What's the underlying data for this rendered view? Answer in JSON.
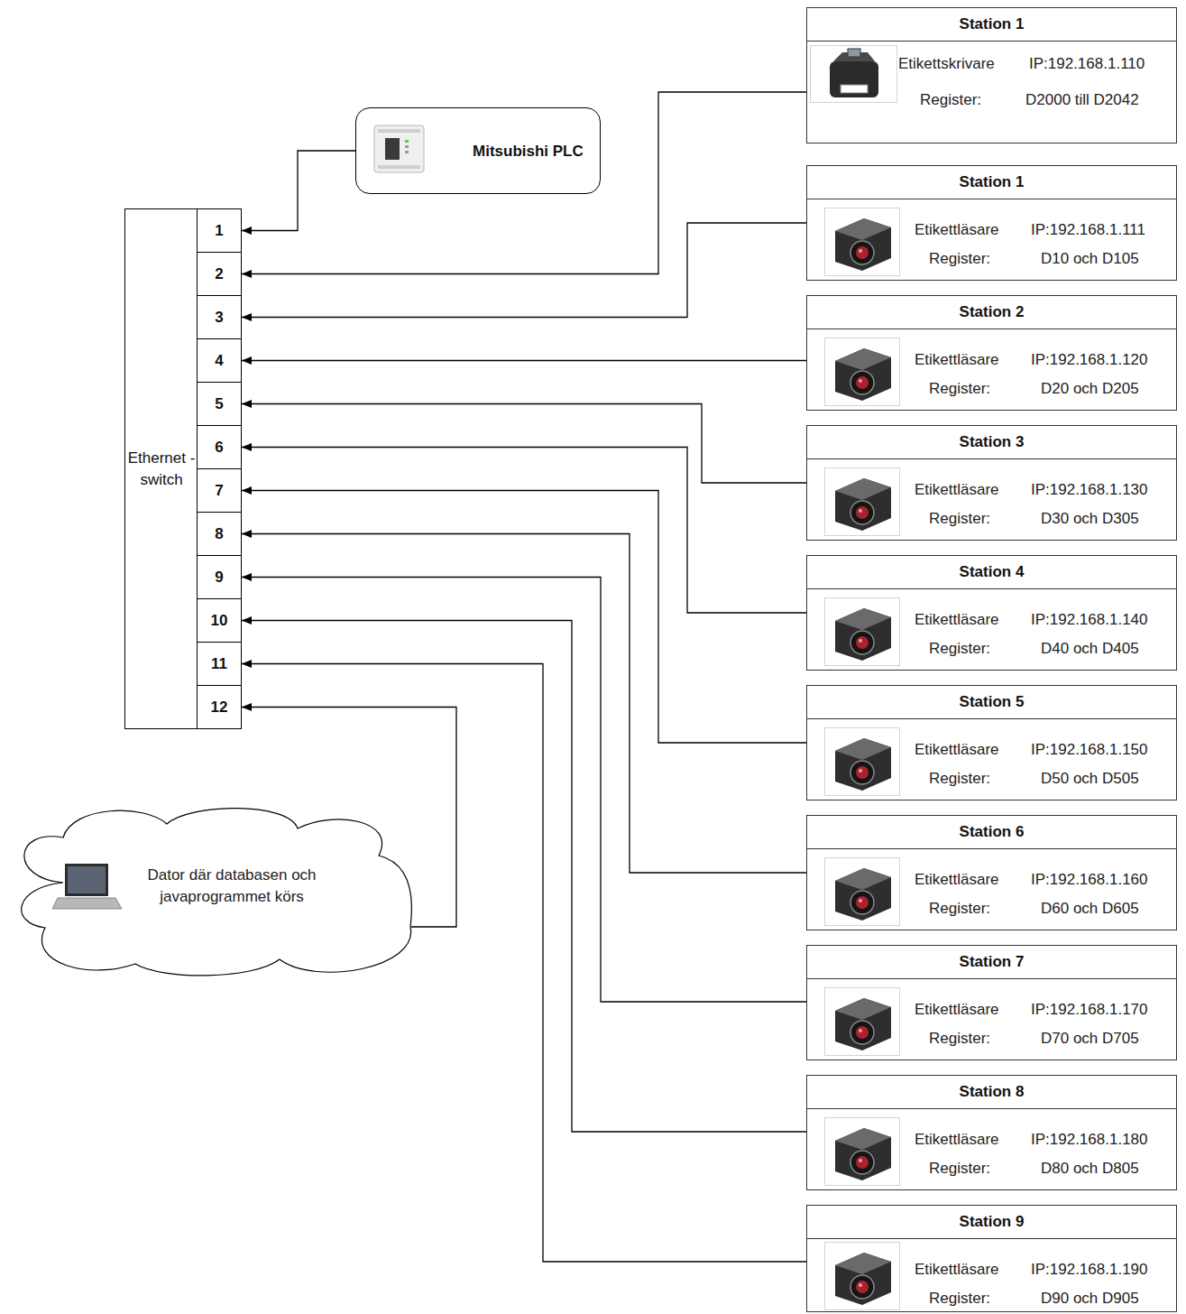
{
  "diagram": {
    "nodes": [
      {
        "text": [
          "Ethernet -switch"
        ]
      },
      {
        "text": [
          "1"
        ],
        "in": 0
      },
      {
        "text": [
          "2"
        ],
        "in": 0
      },
      {
        "text": [
          "3"
        ],
        "in": 0
      },
      {
        "text": [
          "4"
        ],
        "in": 0
      },
      {
        "text": [
          "5"
        ],
        "in": 0
      },
      {
        "text": [
          "6"
        ],
        "in": 0
      },
      {
        "text": [
          "7"
        ],
        "in": 0
      },
      {
        "text": [
          "8"
        ],
        "in": 0
      },
      {
        "text": [
          "9"
        ],
        "in": 0
      },
      {
        "text": [
          "10"
        ],
        "in": 0
      },
      {
        "text": [
          "11"
        ],
        "in": 0
      },
      {
        "text": [
          "12"
        ],
        "in": 0
      },
      {
        "text": [
          "Mitsubishi PLC"
        ]
      },
      {
        "text": [
          "Dator där databasen och javaprogrammet körs"
        ]
      },
      {
        "text": [
          "Station 1",
          "Etikettskrivare",
          "IP:192.168.1.110",
          "Register:",
          "D2000 till D2042"
        ]
      },
      {
        "text": [
          "Station 1",
          "Etikettläsare",
          "IP:192.168.1.111",
          "Register:",
          "D10 och D105"
        ]
      },
      {
        "text": [
          "Station 2",
          "Etikettläsare",
          "IP:192.168.1.120",
          "Register:",
          "D20 och D205"
        ]
      },
      {
        "text": [
          "Station 3",
          "Etikettläsare",
          "IP:192.168.1.130",
          "Register:",
          "D30 och D305"
        ]
      },
      {
        "text": [
          "Station 4",
          "Etikettläsare",
          "IP:192.168.1.140",
          "Register:",
          "D40 och D405"
        ]
      },
      {
        "text": [
          "Station 5",
          "Etikettläsare",
          "IP:192.168.1.150",
          "Register:",
          "D50 och D505"
        ]
      },
      {
        "text": [
          "Station 6",
          "Etikettläsare",
          "IP:192.168.1.160",
          "Register:",
          "D60 och D605"
        ]
      },
      {
        "text": [
          "Station 7",
          "Etikettläsare",
          "IP:192.168.1.170",
          "Register:",
          "D70 och D705"
        ]
      },
      {
        "text": [
          "Station 8",
          "Etikettläsare",
          "IP:192.168.1.180",
          "Register:",
          "D80 och D805"
        ]
      },
      {
        "text": [
          "Station 9",
          "Etikettläsare",
          "IP:192.168.1.190",
          "Register:",
          "D90 och D905"
        ]
      }
    ],
    "edges": [
      {
        "from": 13,
        "to": 1,
        "arrow": "to"
      },
      {
        "from": 15,
        "to": 2,
        "arrow": "to"
      },
      {
        "from": 16,
        "to": 3,
        "arrow": "to"
      },
      {
        "from": 17,
        "to": 4,
        "arrow": "to"
      },
      {
        "from": 18,
        "to": 5,
        "arrow": "to"
      },
      {
        "from": 19,
        "to": 6,
        "arrow": "to"
      },
      {
        "from": 20,
        "to": 7,
        "arrow": "to"
      },
      {
        "from": 21,
        "to": 8,
        "arrow": "to"
      },
      {
        "from": 22,
        "to": 9,
        "arrow": "to"
      },
      {
        "from": 23,
        "to": 10,
        "arrow": "to"
      },
      {
        "from": 24,
        "to": 11,
        "arrow": "to"
      },
      {
        "from": 14,
        "to": 12,
        "arrow": "to"
      }
    ]
  }
}
